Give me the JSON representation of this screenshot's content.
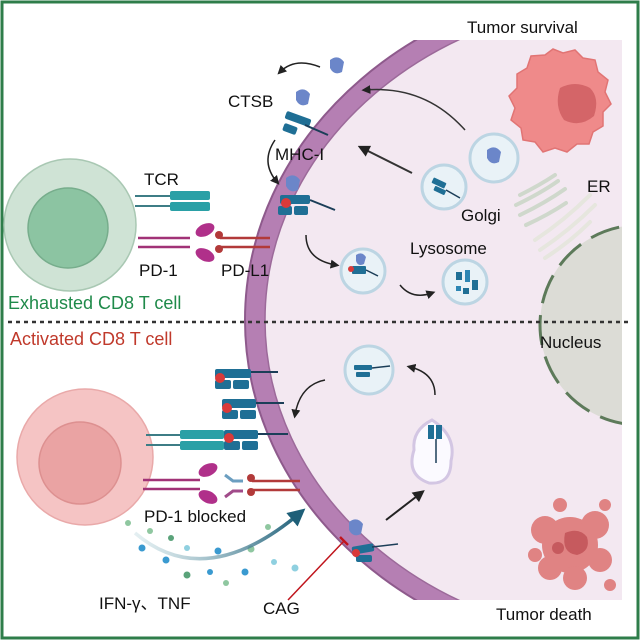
{
  "figure": {
    "frame_color": "#2e7d4a",
    "sections": {
      "top": {
        "tcell_label": "Exhausted CD8 T cell",
        "tcell_label_color": "#1f8a4a",
        "tumor_state": "Tumor survival"
      },
      "bottom": {
        "tcell_label": "Activated CD8 T cell",
        "tcell_label_color": "#c0392b",
        "tumor_state": "Tumor death"
      }
    },
    "labels": {
      "tcr": "TCR",
      "pd1": "PD-1",
      "pdl1": "PD-L1",
      "ctsb": "CTSB",
      "mhc1": "MHC-I",
      "golgi": "Golgi",
      "er": "ER",
      "lysosome": "Lysosome",
      "nucleus": "Nucleus",
      "pd1_blocked": "PD-1 blocked",
      "cytokines": "IFN-γ、TNF",
      "cag": "CAG"
    },
    "colors": {
      "exhausted_cell": "#cfe3d5",
      "exhausted_nucleus": "#8cc4a2",
      "activated_cell": "#f5c4c4",
      "activated_nucleus": "#eaa3a3",
      "membrane": "#b57fb3",
      "membrane_dark": "#8e5a8c",
      "cytoplasm": "#f3e8f1",
      "tumor_nucleus": "#dcdcd6",
      "mhc": "#1f6f95",
      "tcr": "#2aa0a6",
      "pd1": "#b0308a",
      "pdl1": "#b23a3a",
      "ctsb": "#6b86c9",
      "peptide": "#d83a3a",
      "inhibit_line": "#c0141c"
    }
  }
}
